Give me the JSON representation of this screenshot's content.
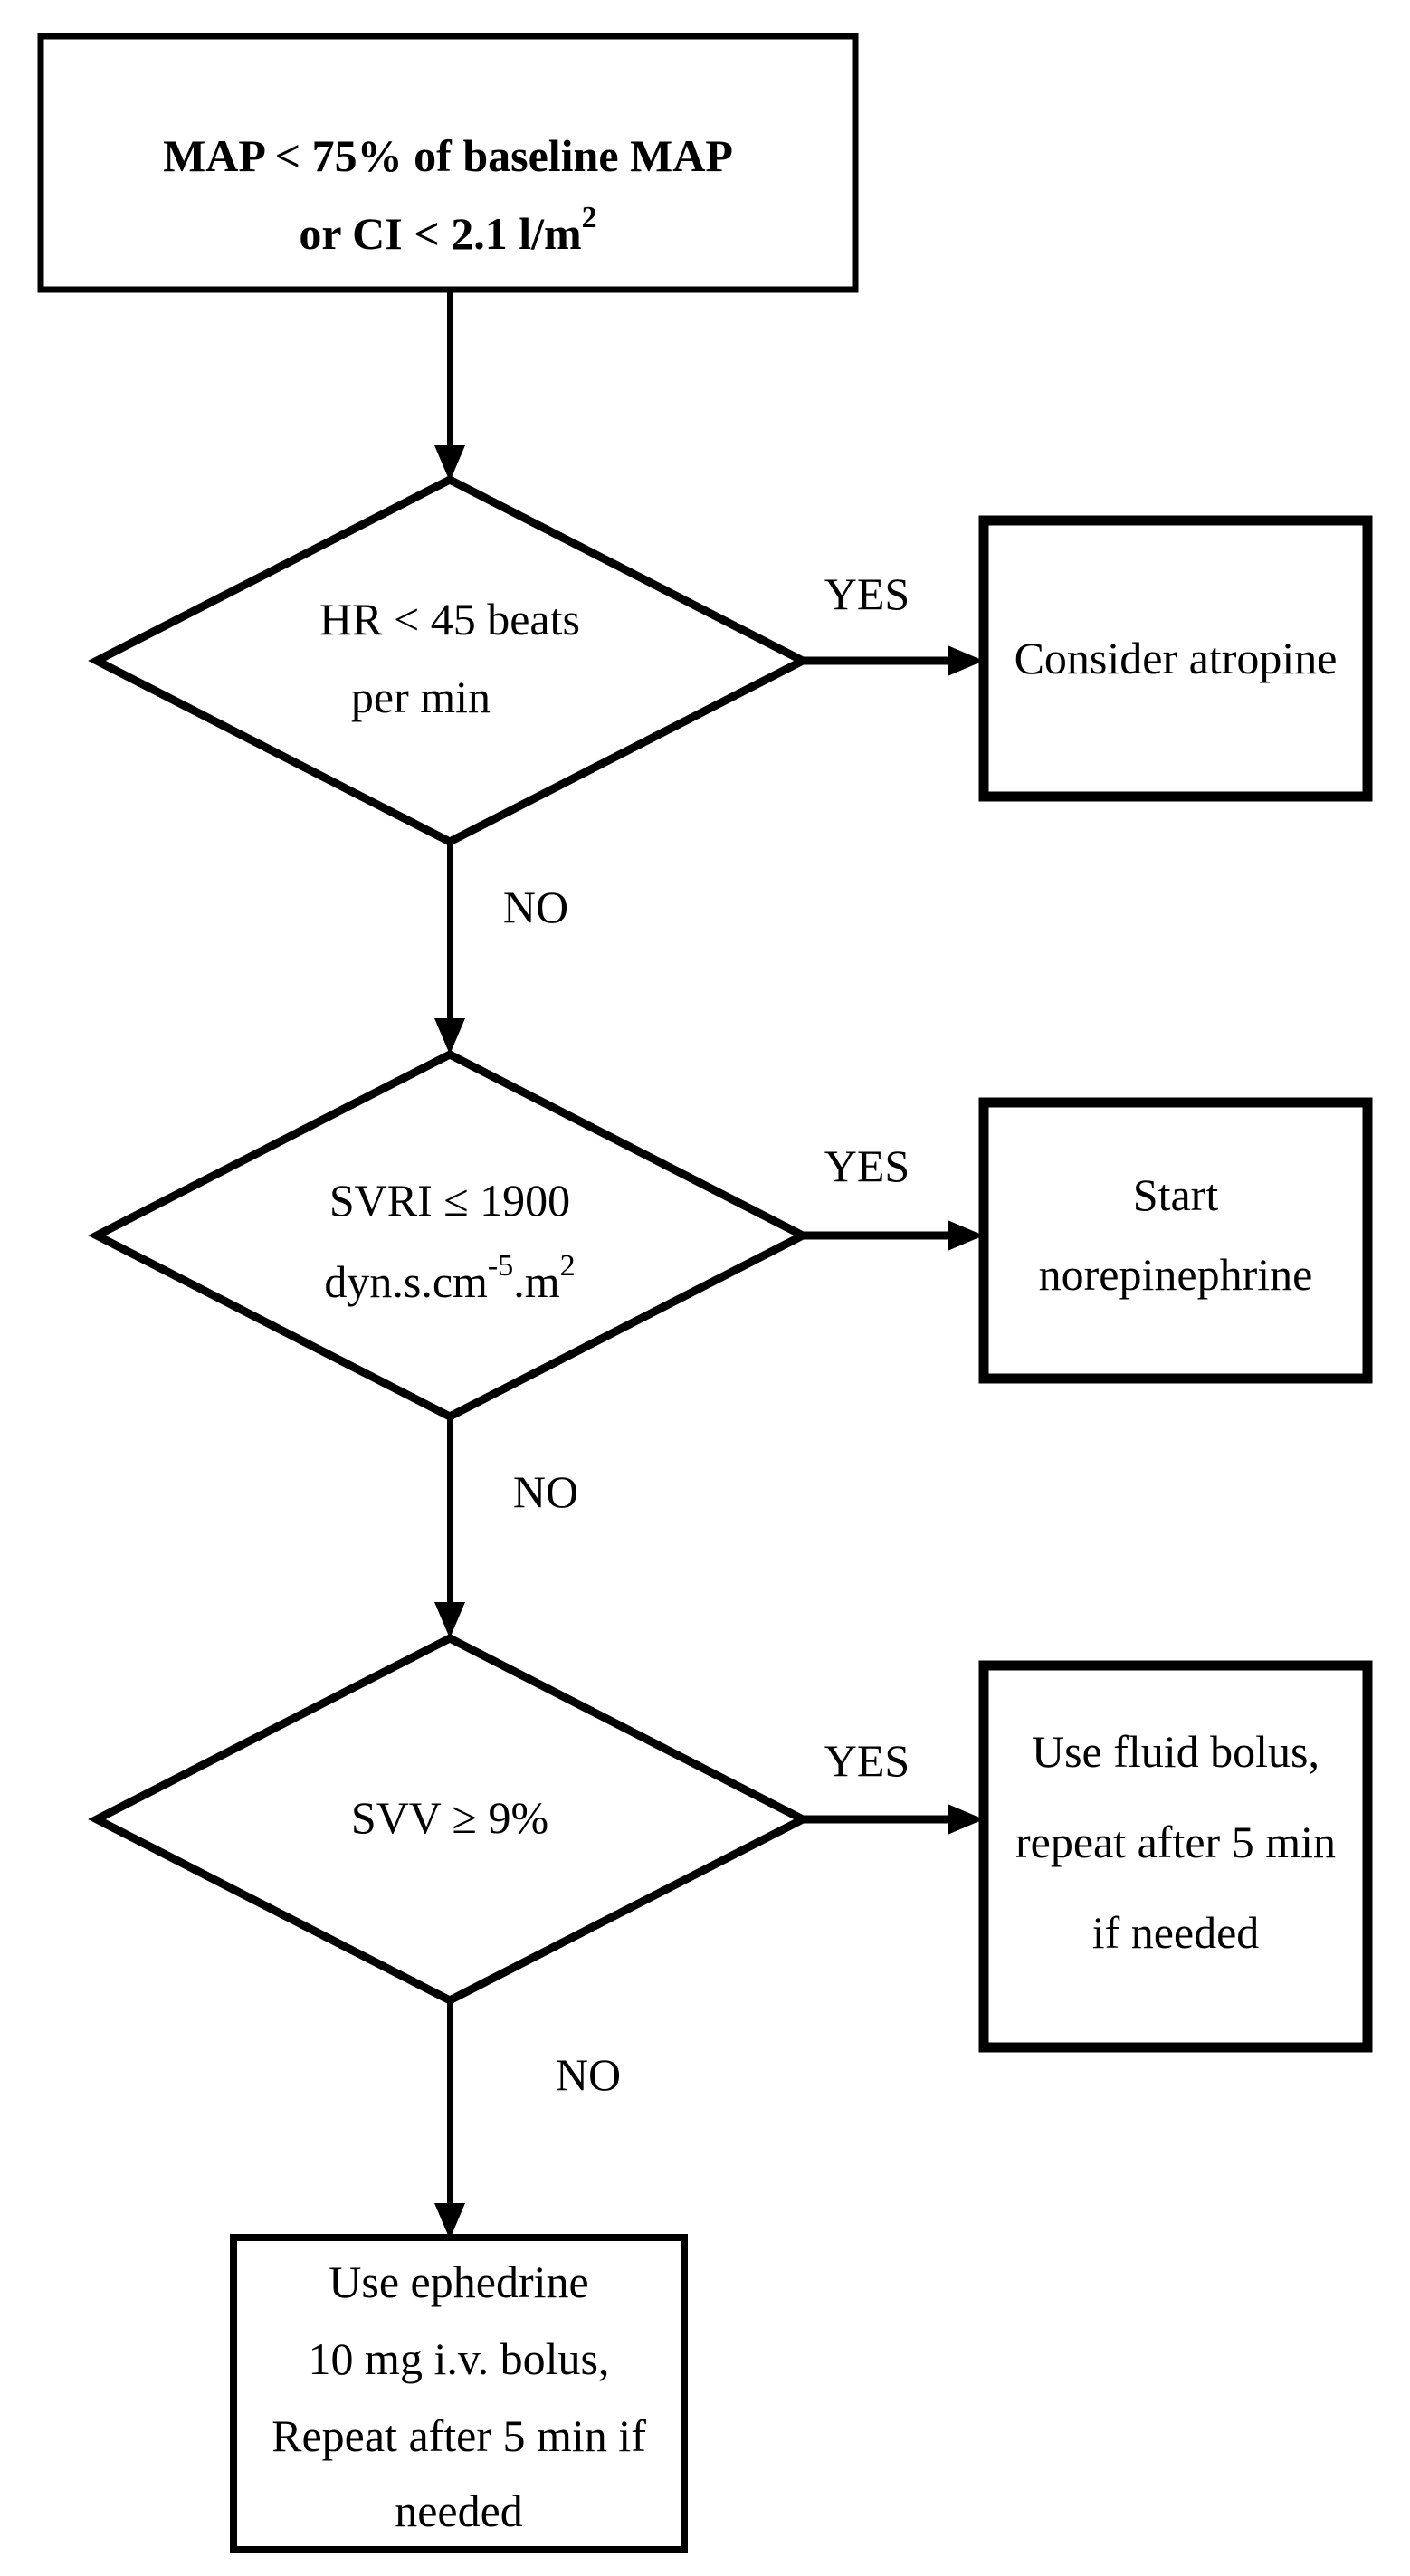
{
  "figure": {
    "colors": {
      "background": "#ffffff",
      "line": "#000000",
      "text": "#000000"
    }
  },
  "nodes": {
    "start": {
      "type": "condition-box",
      "line1": "MAP < 75% of baseline MAP",
      "line2": "or CI < 2.1 l/m",
      "line2_sup": "2"
    },
    "decision_hr": {
      "type": "decision-diamond",
      "line1": "HR < 45 beats",
      "line2": "per min"
    },
    "action_atropine": {
      "type": "action-box",
      "line1": "Consider atropine"
    },
    "decision_svri": {
      "type": "decision-diamond",
      "line1": "SVRI ≤ 1900",
      "line2_part1": "dyn.s.cm",
      "line2_sup1": "-5",
      "line2_part2": ".m",
      "line2_sup2": "2"
    },
    "action_norepinephrine": {
      "type": "action-box",
      "line1": "Start",
      "line2": "norepinephrine"
    },
    "decision_svv": {
      "type": "decision-diamond",
      "line1": "SVV ≥ 9%"
    },
    "action_fluid_bolus": {
      "type": "action-box",
      "line1": "Use fluid bolus,",
      "line2": "repeat after 5 min",
      "line3": "if needed"
    },
    "action_ephedrine": {
      "type": "action-box",
      "line1": "Use ephedrine",
      "line2": "10 mg i.v. bolus,",
      "line3": "Repeat after 5 min if",
      "line4": "needed"
    }
  },
  "edge_labels": {
    "hr_yes": "YES",
    "hr_no": "NO",
    "svri_yes": "YES",
    "svri_no": "NO",
    "svv_yes": "YES",
    "svv_no": "NO"
  }
}
